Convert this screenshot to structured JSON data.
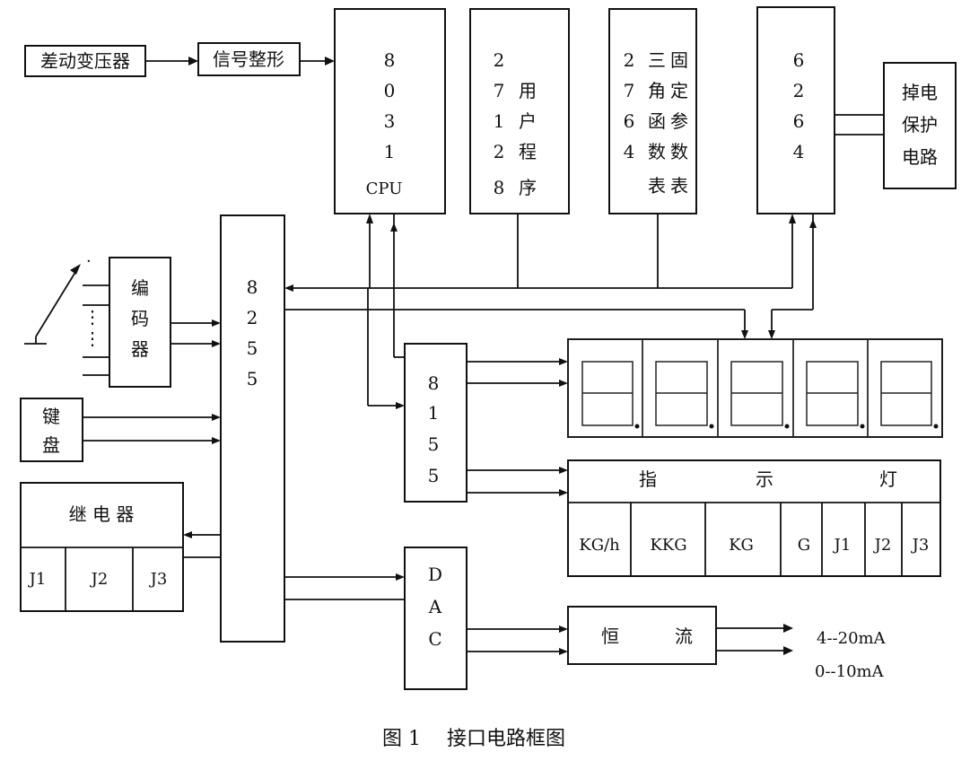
{
  "blocks": {
    "sensor_label": "差动变压器",
    "shaper_label": "信号整形",
    "cpu_chars": [
      "8",
      "0",
      "3",
      "1",
      "CPU"
    ],
    "eprom_digits": [
      "2",
      "7",
      "1",
      "2",
      "8"
    ],
    "eprom_chars": [
      "用",
      "户",
      "程",
      "序"
    ],
    "table_digits": [
      "2",
      "7",
      "6",
      "4"
    ],
    "table_col1": [
      "三",
      "角",
      "函",
      "数",
      "表"
    ],
    "table_col2": [
      "固",
      "定",
      "参",
      "数",
      "表"
    ],
    "ram_chars": [
      "6",
      "2",
      "6",
      "4"
    ],
    "powerfail_lines": [
      "掉电",
      "保护",
      "电路"
    ],
    "encoder_chars": [
      "编",
      "码",
      "器"
    ],
    "keyboard_chars": [
      "键",
      "盘"
    ],
    "relay_title": "继 电 器",
    "relay_cells": [
      "J1",
      "J2",
      "J3"
    ],
    "ppi_chars": [
      "8",
      "2",
      "5",
      "5"
    ],
    "io_chars": [
      "8",
      "1",
      "5",
      "5"
    ],
    "dac_chars": [
      "D",
      "A",
      "C"
    ],
    "indicator_title_chars": [
      "指",
      "示",
      "灯"
    ],
    "indicator_cells": [
      "KG/h",
      "KKG",
      "KG",
      "G",
      "J1",
      "J2",
      "J3"
    ],
    "current_label_chars": [
      "恒",
      "流"
    ],
    "output_1": "4--20mA",
    "output_2": "0--10mA"
  },
  "caption": {
    "number": "图 1",
    "title": "接口电路框图"
  }
}
